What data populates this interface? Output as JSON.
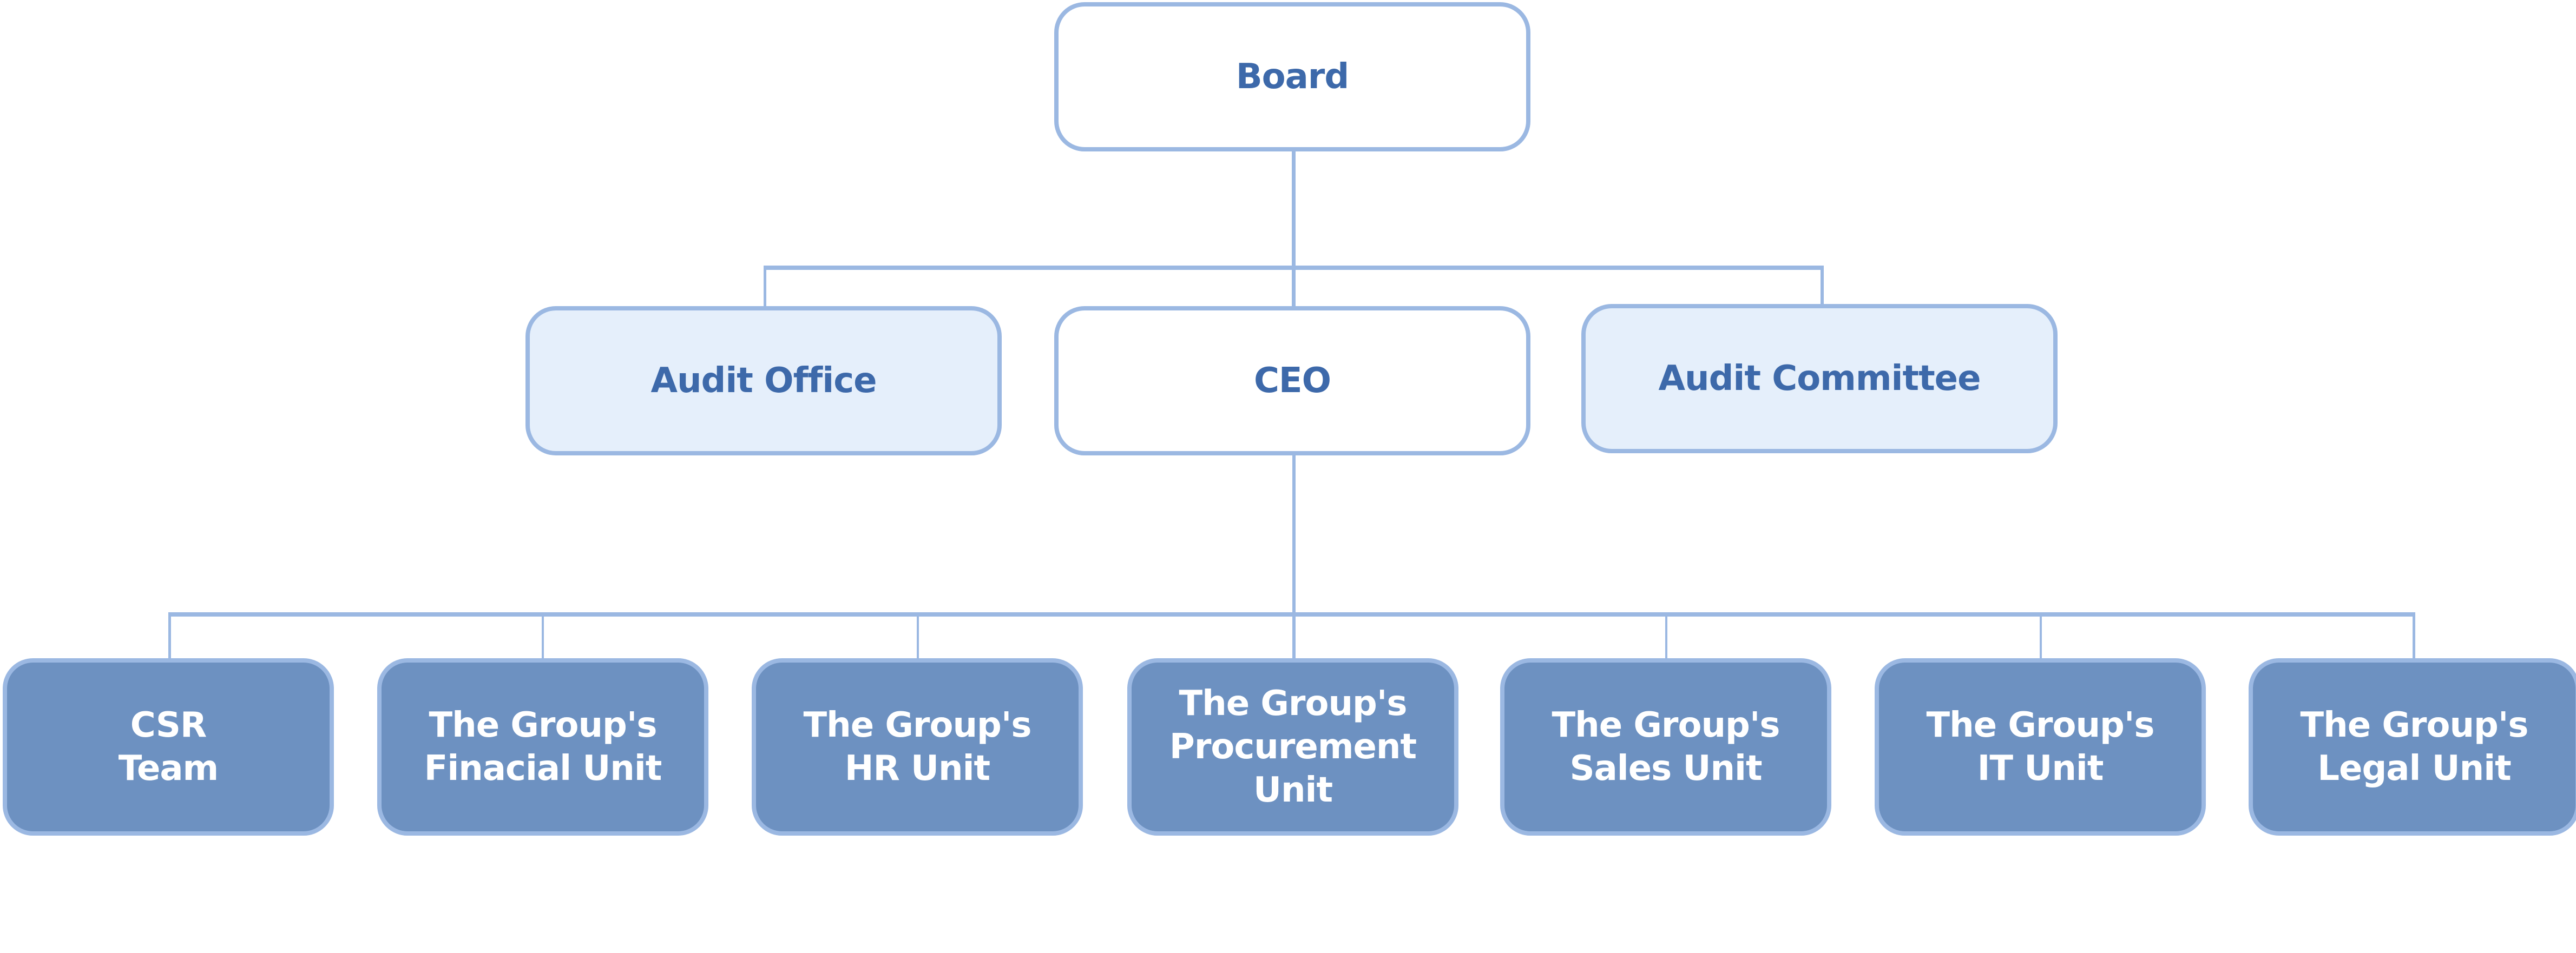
{
  "chart": {
    "top": {
      "label": "Board"
    },
    "level2": [
      {
        "label": "Audit Office",
        "style": "side"
      },
      {
        "label": "CEO",
        "style": "top"
      },
      {
        "label": "Audit Committee",
        "style": "side"
      }
    ],
    "units": [
      {
        "label": "CSR\nTeam"
      },
      {
        "label": "The Group's\nFinacial Unit"
      },
      {
        "label": "The Group's\nHR Unit"
      },
      {
        "label": "The Group's\nProcurement\nUnit"
      },
      {
        "label": "The Group's\nSales Unit"
      },
      {
        "label": "The Group's\nIT Unit"
      },
      {
        "label": "The Group's\nLegal Unit"
      }
    ]
  },
  "colors": {
    "connector": "#9bb8e2",
    "dark_text": "#3d69aa",
    "side_fill": "#e5effb",
    "unit_fill": "#6d91c1"
  }
}
